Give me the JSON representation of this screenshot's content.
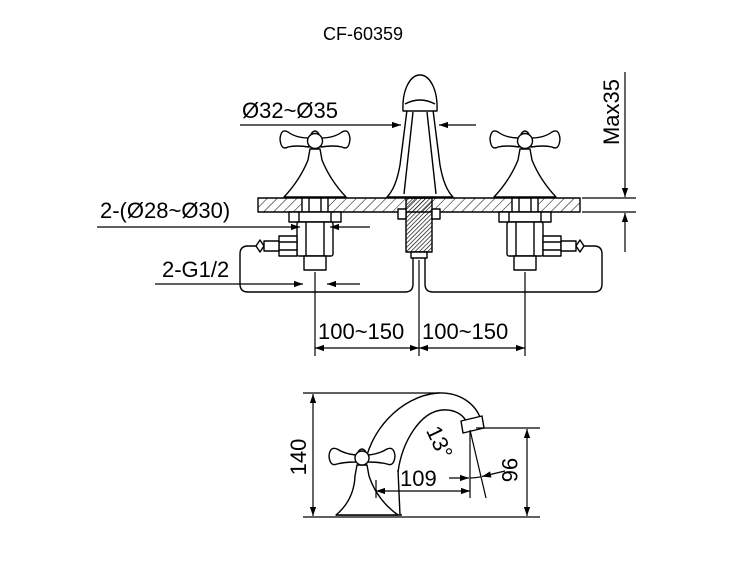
{
  "title": "CF-60359",
  "front_view": {
    "spout_hole": "Ø32~Ø35",
    "counter_thickness": "Max35",
    "handle_holes": "2-(Ø28~Ø30)",
    "inlet_thread": "2-G1/2",
    "spacing_left": "100~150",
    "spacing_right": "100~150"
  },
  "side_view": {
    "overall_height": "140",
    "spout_angle": "13°",
    "spout_reach": "109",
    "spout_height": "96"
  },
  "colors": {
    "line": "#000000",
    "background": "#ffffff"
  }
}
